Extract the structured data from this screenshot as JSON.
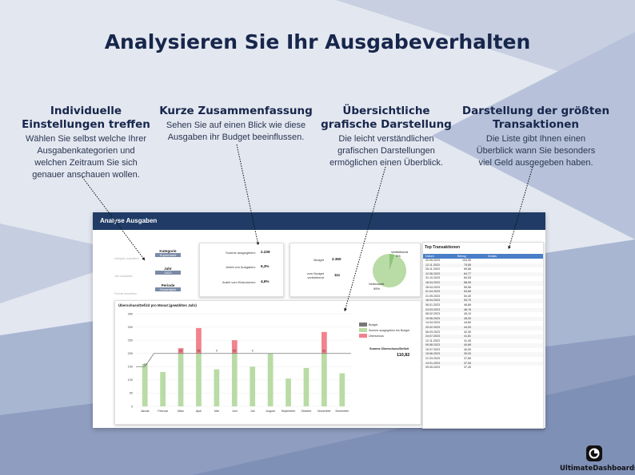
{
  "headline": "Analysieren Sie Ihr Ausgabeverhalten",
  "features": [
    {
      "title_lines": [
        "Individuelle",
        "Einstellungen treffen"
      ],
      "desc_lines": [
        "Wählen Sie selbst welche Ihrer",
        "Ausgabenkategorien und",
        "welchen Zeitraum Sie sich",
        "genauer anschauen wollen."
      ]
    },
    {
      "title_lines": [
        "Kurze Zusammenfassung"
      ],
      "desc_lines": [
        "Sehen Sie auf einen Blick wie diese",
        "Ausgaben ihr Budget beeinflussen."
      ]
    },
    {
      "title_lines": [
        "Übersichtliche",
        "grafische Darstellung"
      ],
      "desc_lines": [
        "Die leicht verständlichen",
        "grafischen Darstellungen",
        "ermöglichen einen Überblick."
      ]
    },
    {
      "title_lines": [
        "Darstellung der größten",
        "Transaktionen"
      ],
      "desc_lines": [
        "Die Liste gibt Ihnen einen",
        "Überblick wann Sie besonders",
        "viel Geld ausgegeben haben."
      ]
    }
  ],
  "dashboard": {
    "title": "Analyse Ausgaben",
    "filter_labels": [
      "Kategorie auswählen",
      "Jahr auswählen",
      "Periode auswählen"
    ],
    "slicers": [
      {
        "title": "Kategorie",
        "value": "Supermarkt"
      },
      {
        "title": "Jahr",
        "value": "2023"
      },
      {
        "title": "Periode",
        "value": "Gesamtjahr"
      }
    ],
    "summary": [
      {
        "label": "Summe ausgegeben:",
        "value": "2.239"
      },
      {
        "label": "Anteil von Ausgaben:",
        "value": "6,3%"
      },
      {
        "label": "Anteil vom Einkommen:",
        "value": "4,6%"
      }
    ],
    "budget": {
      "budget_label": "Budget",
      "budget_value": "2.350",
      "remaining_label_lines": [
        "vom Budget",
        "verbleibend"
      ],
      "remaining_value": "111",
      "pie_labels": {
        "rest": "Verbleibend",
        "rest_pct": "5%",
        "used": "Verbraucht",
        "used_pct": "95%"
      },
      "pie_fraction_used": 0.95,
      "colors": {
        "used": "#b9dba5",
        "rest": "#8cc579"
      }
    },
    "chart_panel_title": "Überschuss/Defizit pro Monat (gewähltes Jahr)",
    "legend": [
      {
        "name": "Budget",
        "color": "#777777"
      },
      {
        "name": "Summe ausgegeben bis Budget",
        "color": "#b9dba5"
      },
      {
        "name": "Überschuss",
        "color": "#f2828c"
      }
    ],
    "total_label": "Summe Überschuss/Defizit",
    "total_value": "110,82",
    "top_title": "Top Transaktionen",
    "top_headers": [
      "Datum",
      "Betrag",
      "Details"
    ],
    "top_rows": [
      [
        "20.09.2023",
        "104,30"
      ],
      [
        "12.11.2023",
        "75,55"
      ],
      [
        "25.11.2023",
        "69,56"
      ],
      [
        "12.06.2023",
        "64,77"
      ],
      [
        "31.10.2023",
        "60,53"
      ],
      [
        "18.04.2023",
        "58,59"
      ],
      [
        "28.04.2023",
        "55,56"
      ],
      [
        "01.04.2023",
        "54,65"
      ],
      [
        "21.09.2023",
        "54,40"
      ],
      [
        "18.04.2023",
        "53,70"
      ],
      [
        "06.01.2023",
        "46,89"
      ],
      [
        "24.03.2023",
        "46,76"
      ],
      [
        "08.02.2023",
        "45,10"
      ],
      [
        "19.06.2023",
        "45,00"
      ],
      [
        "14.04.2023",
        "44,80"
      ],
      [
        "20.02.2023",
        "44,00"
      ],
      [
        "06.03.2023",
        "42,30"
      ],
      [
        "24.07.2023",
        "41,81"
      ],
      [
        "12.11.2023",
        "41,40"
      ],
      [
        "09.08.2023",
        "40,89"
      ],
      [
        "19.07.2023",
        "40,00"
      ],
      [
        "19.06.2023",
        "39,00"
      ],
      [
        "21.03.2023",
        "37,80"
      ],
      [
        "13.01.2023",
        "37,53"
      ],
      [
        "09.05.2023",
        "37,40"
      ]
    ]
  },
  "brand": "UltimateDashboards",
  "chart_data": {
    "type": "bar",
    "categories": [
      "Januar",
      "Februar",
      "März",
      "April",
      "Mai",
      "Juni",
      "Juli",
      "August",
      "September",
      "Oktober",
      "November",
      "Dezember"
    ],
    "series": [
      {
        "name": "Summe ausgegeben bis Budget",
        "values": [
          160,
          130,
          200,
          200,
          140,
          200,
          150,
          200,
          105,
          145,
          200,
          125
        ]
      },
      {
        "name": "Überschuss",
        "values": [
          0,
          0,
          20,
          96,
          0,
          50,
          0,
          0,
          0,
          0,
          81,
          0
        ]
      },
      {
        "name": "Budget",
        "values": [
          150,
          200,
          200,
          200,
          200,
          200,
          200,
          200,
          200,
          200,
          200,
          200
        ]
      }
    ],
    "bar_labels": [
      "-10",
      "",
      "20",
      "96",
      "0",
      "50",
      "0",
      "",
      "",
      "",
      "81",
      ""
    ],
    "ylim": [
      0,
      350
    ],
    "yticks": [
      0,
      50,
      100,
      150,
      200,
      250,
      300,
      350
    ],
    "grid": true
  }
}
